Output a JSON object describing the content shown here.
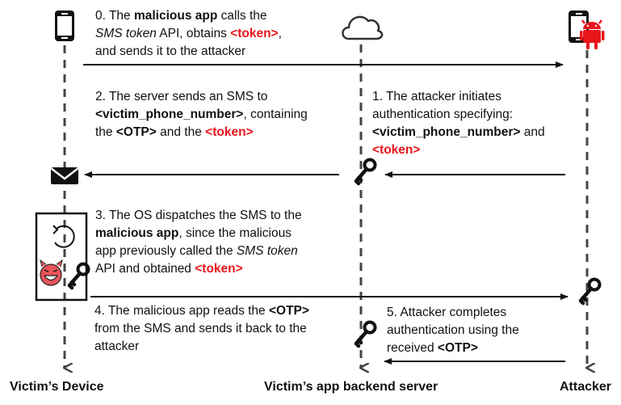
{
  "colors": {
    "accent_red": "#e8161b",
    "line": "#111111",
    "lifeline": "#444444",
    "devil_face": "#e8545a"
  },
  "lanes": [
    {
      "id": "victim-device",
      "label": "Victim’s Device",
      "icon": "smartphone-icon"
    },
    {
      "id": "backend",
      "label": "Victim’s app backend server",
      "icon": "cloud-icon"
    },
    {
      "id": "attacker",
      "label": "Attacker",
      "icon": "malicious-android-phone-icon"
    }
  ],
  "steps": {
    "s0": {
      "num": "0. The ",
      "b1": "malicious app",
      "t1": " calls the",
      "i1": "SMS token",
      "t2": " API, obtains ",
      "r1": "<token>",
      "t3": ",",
      "t4": "and sends it to the attacker"
    },
    "s1": {
      "t1": "1. The attacker initiates",
      "t2": "authentication specifying:",
      "b1": "<victim_phone_number>",
      "t3": " and",
      "r1": "<token>"
    },
    "s2": {
      "t1": "2. The server sends an SMS to",
      "b1": "<victim_phone_number>",
      "t2": ", containing",
      "t3": "the ",
      "b2": "<OTP>",
      "t4": " and the ",
      "r1": "<token>"
    },
    "s3": {
      "t1": "3. The OS dispatches the SMS to the",
      "b1": "malicious app",
      "t2": ", since the malicious",
      "t3": "app previously called the ",
      "i1": "SMS token",
      "t4": "API and obtained ",
      "r1": "<token>"
    },
    "s4": {
      "t1": "4. The malicious app reads the ",
      "b1": "<OTP>",
      "t2": "from the SMS and sends it back to the",
      "t3": "attacker"
    },
    "s5": {
      "t1": "5. Attacker completes",
      "t2": "authentication using the",
      "t3": "received ",
      "b1": "<OTP>"
    }
  },
  "icons": [
    "smartphone-icon",
    "cloud-icon",
    "android-devil-icon",
    "envelope-icon",
    "key-icon",
    "refresh-icon",
    "devil-face-icon"
  ]
}
